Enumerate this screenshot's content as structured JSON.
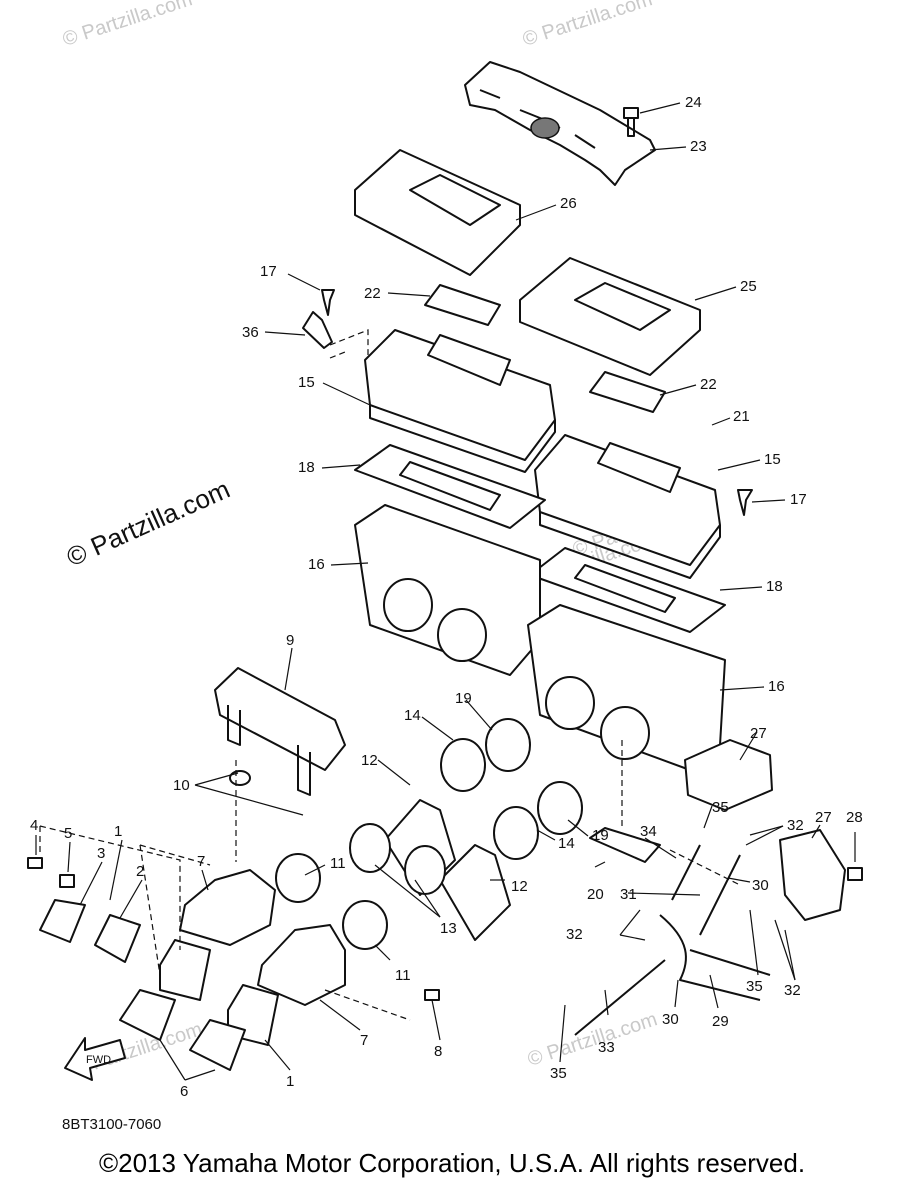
{
  "watermarks": [
    "© Partzilla.com",
    "© Partzilla.com",
    "© Partzilla.com",
    "© Partzilla.com",
    "© Partzilla.com",
    "© Partzilla.com"
  ],
  "watermark_main": "© Partzilla.com",
  "diagram_code": "8BT3100-7060",
  "fwd_label": "FWD",
  "copyright": "©2013 Yamaha Motor Corporation, U.S.A. All rights reserved.",
  "callouts": [
    "24",
    "23",
    "26",
    "17",
    "22",
    "25",
    "36",
    "15",
    "22",
    "21",
    "18",
    "15",
    "17",
    "16",
    "18",
    "9",
    "16",
    "19",
    "27",
    "14",
    "12",
    "10",
    "19",
    "35",
    "32",
    "28",
    "1",
    "4",
    "5",
    "3",
    "2",
    "7",
    "11",
    "14",
    "34",
    "27",
    "13",
    "12",
    "20",
    "31",
    "30",
    "32",
    "11",
    "35",
    "32",
    "7",
    "8",
    "30",
    "29",
    "33",
    "6",
    "1",
    "35"
  ]
}
